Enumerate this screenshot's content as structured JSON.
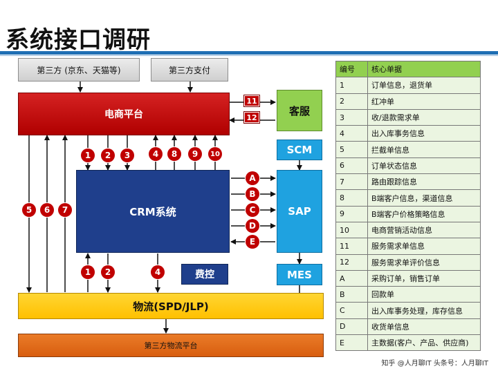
{
  "title": "系统接口调研",
  "nodes": {
    "third_party_jd_tmall": "第三方 (京东、天猫等)",
    "third_party_payment": "第三方支付",
    "ecommerce_platform": "电商平台",
    "customer_service": "客服",
    "scm": "SCM",
    "crm": "CRM系统",
    "sap": "SAP",
    "fee_control": "费控",
    "mes": "MES",
    "logistics": "物流(SPD/JLP)",
    "third_party_logistics": "第三方物流平台"
  },
  "markers": {
    "ecom_cs_11": "11",
    "ecom_cs_12": "12",
    "ecom_crm_down": [
      "1",
      "2",
      "3"
    ],
    "ecom_crm_up": [
      "4",
      "8",
      "9",
      "10"
    ],
    "ecom_logistics": [
      "5",
      "6",
      "7"
    ],
    "crm_sap": [
      "A",
      "B",
      "C",
      "D",
      "E"
    ],
    "crm_logistics": [
      "1",
      "2",
      "4"
    ]
  },
  "colors": {
    "accent_blue": "#1f6fb4",
    "ecommerce_red": "#c00000",
    "crm_navy": "#1f3f8c",
    "sap_blue": "#1fa2e0",
    "cs_green": "#92d050",
    "logistics_yellow": "#ffc000",
    "third_logistics_orange": "#d85e0f"
  },
  "table": {
    "headers": [
      "编号",
      "核心单据"
    ],
    "rows": [
      [
        "1",
        "订单信息，退货单"
      ],
      [
        "2",
        "红冲单"
      ],
      [
        "3",
        "收/退款需求单"
      ],
      [
        "4",
        "出入库事务信息"
      ],
      [
        "5",
        "拦截单信息"
      ],
      [
        "6",
        "订单状态信息"
      ],
      [
        "7",
        "路由跟踪信息"
      ],
      [
        "8",
        "B端客户信息，渠道信息"
      ],
      [
        "9",
        "B端客户价格策略信息"
      ],
      [
        "10",
        "电商营销活动信息"
      ],
      [
        "11",
        "服务需求单信息"
      ],
      [
        "12",
        "服务需求单评价信息"
      ],
      [
        "A",
        "采购订单，销售订单"
      ],
      [
        "B",
        "回款单"
      ],
      [
        "C",
        "出入库事务处理，库存信息"
      ],
      [
        "D",
        "收货单信息"
      ],
      [
        "E",
        "主数据(客户、产品、供应商)"
      ]
    ]
  },
  "watermark": "知乎 @人月聊IT  头条号：人月聊IT"
}
